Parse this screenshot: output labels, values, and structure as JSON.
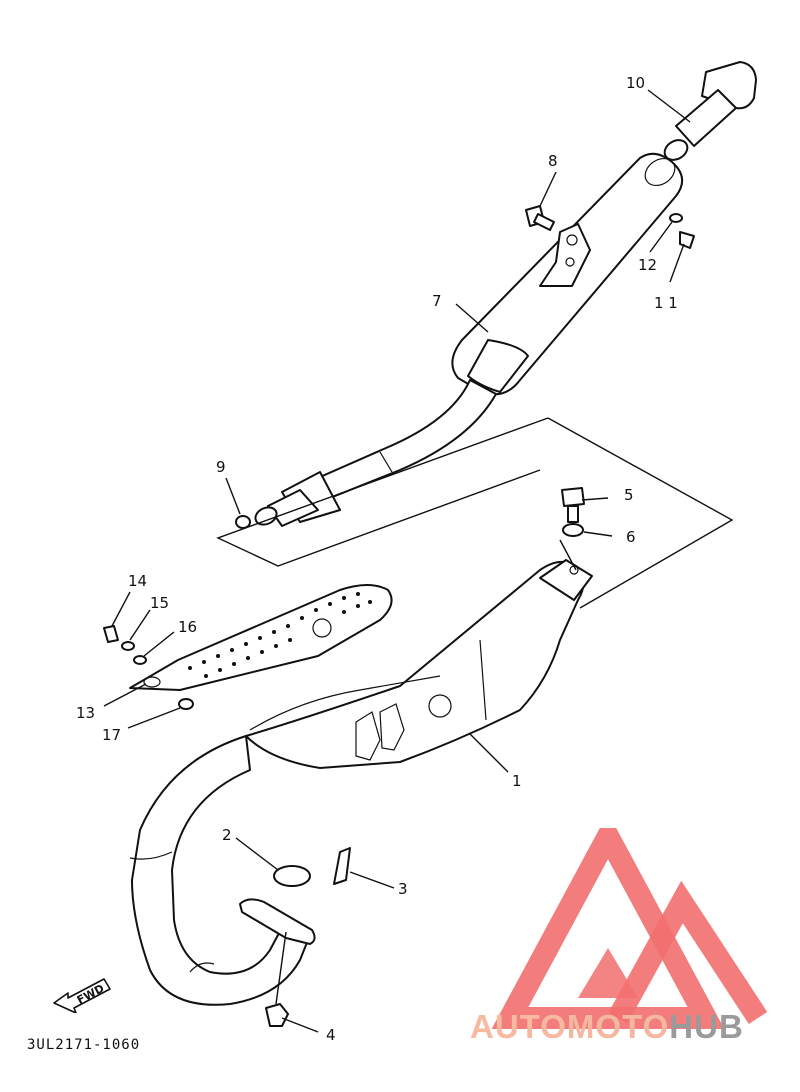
{
  "diagram": {
    "drawing_number": "3UL2171-1060",
    "fwd_label": "FWD",
    "callouts": [
      {
        "id": "1",
        "label": "1"
      },
      {
        "id": "2",
        "label": "2"
      },
      {
        "id": "3",
        "label": "3"
      },
      {
        "id": "4",
        "label": "4"
      },
      {
        "id": "5",
        "label": "5"
      },
      {
        "id": "6",
        "label": "6"
      },
      {
        "id": "7",
        "label": "7"
      },
      {
        "id": "8",
        "label": "8"
      },
      {
        "id": "9",
        "label": "9"
      },
      {
        "id": "10",
        "label": "10"
      },
      {
        "id": "11",
        "label": "1 1"
      },
      {
        "id": "12",
        "label": "12"
      },
      {
        "id": "13",
        "label": "13"
      },
      {
        "id": "14",
        "label": "14"
      },
      {
        "id": "15",
        "label": "15"
      },
      {
        "id": "16",
        "label": "16"
      },
      {
        "id": "17",
        "label": "17"
      }
    ]
  },
  "watermark": {
    "part1": "AUTO",
    "part2": "MOTO",
    "part3": "HUB",
    "colors": {
      "triangle": "#f26f6f",
      "light": "#f7b9a0",
      "grey": "#9a9a9a"
    }
  }
}
